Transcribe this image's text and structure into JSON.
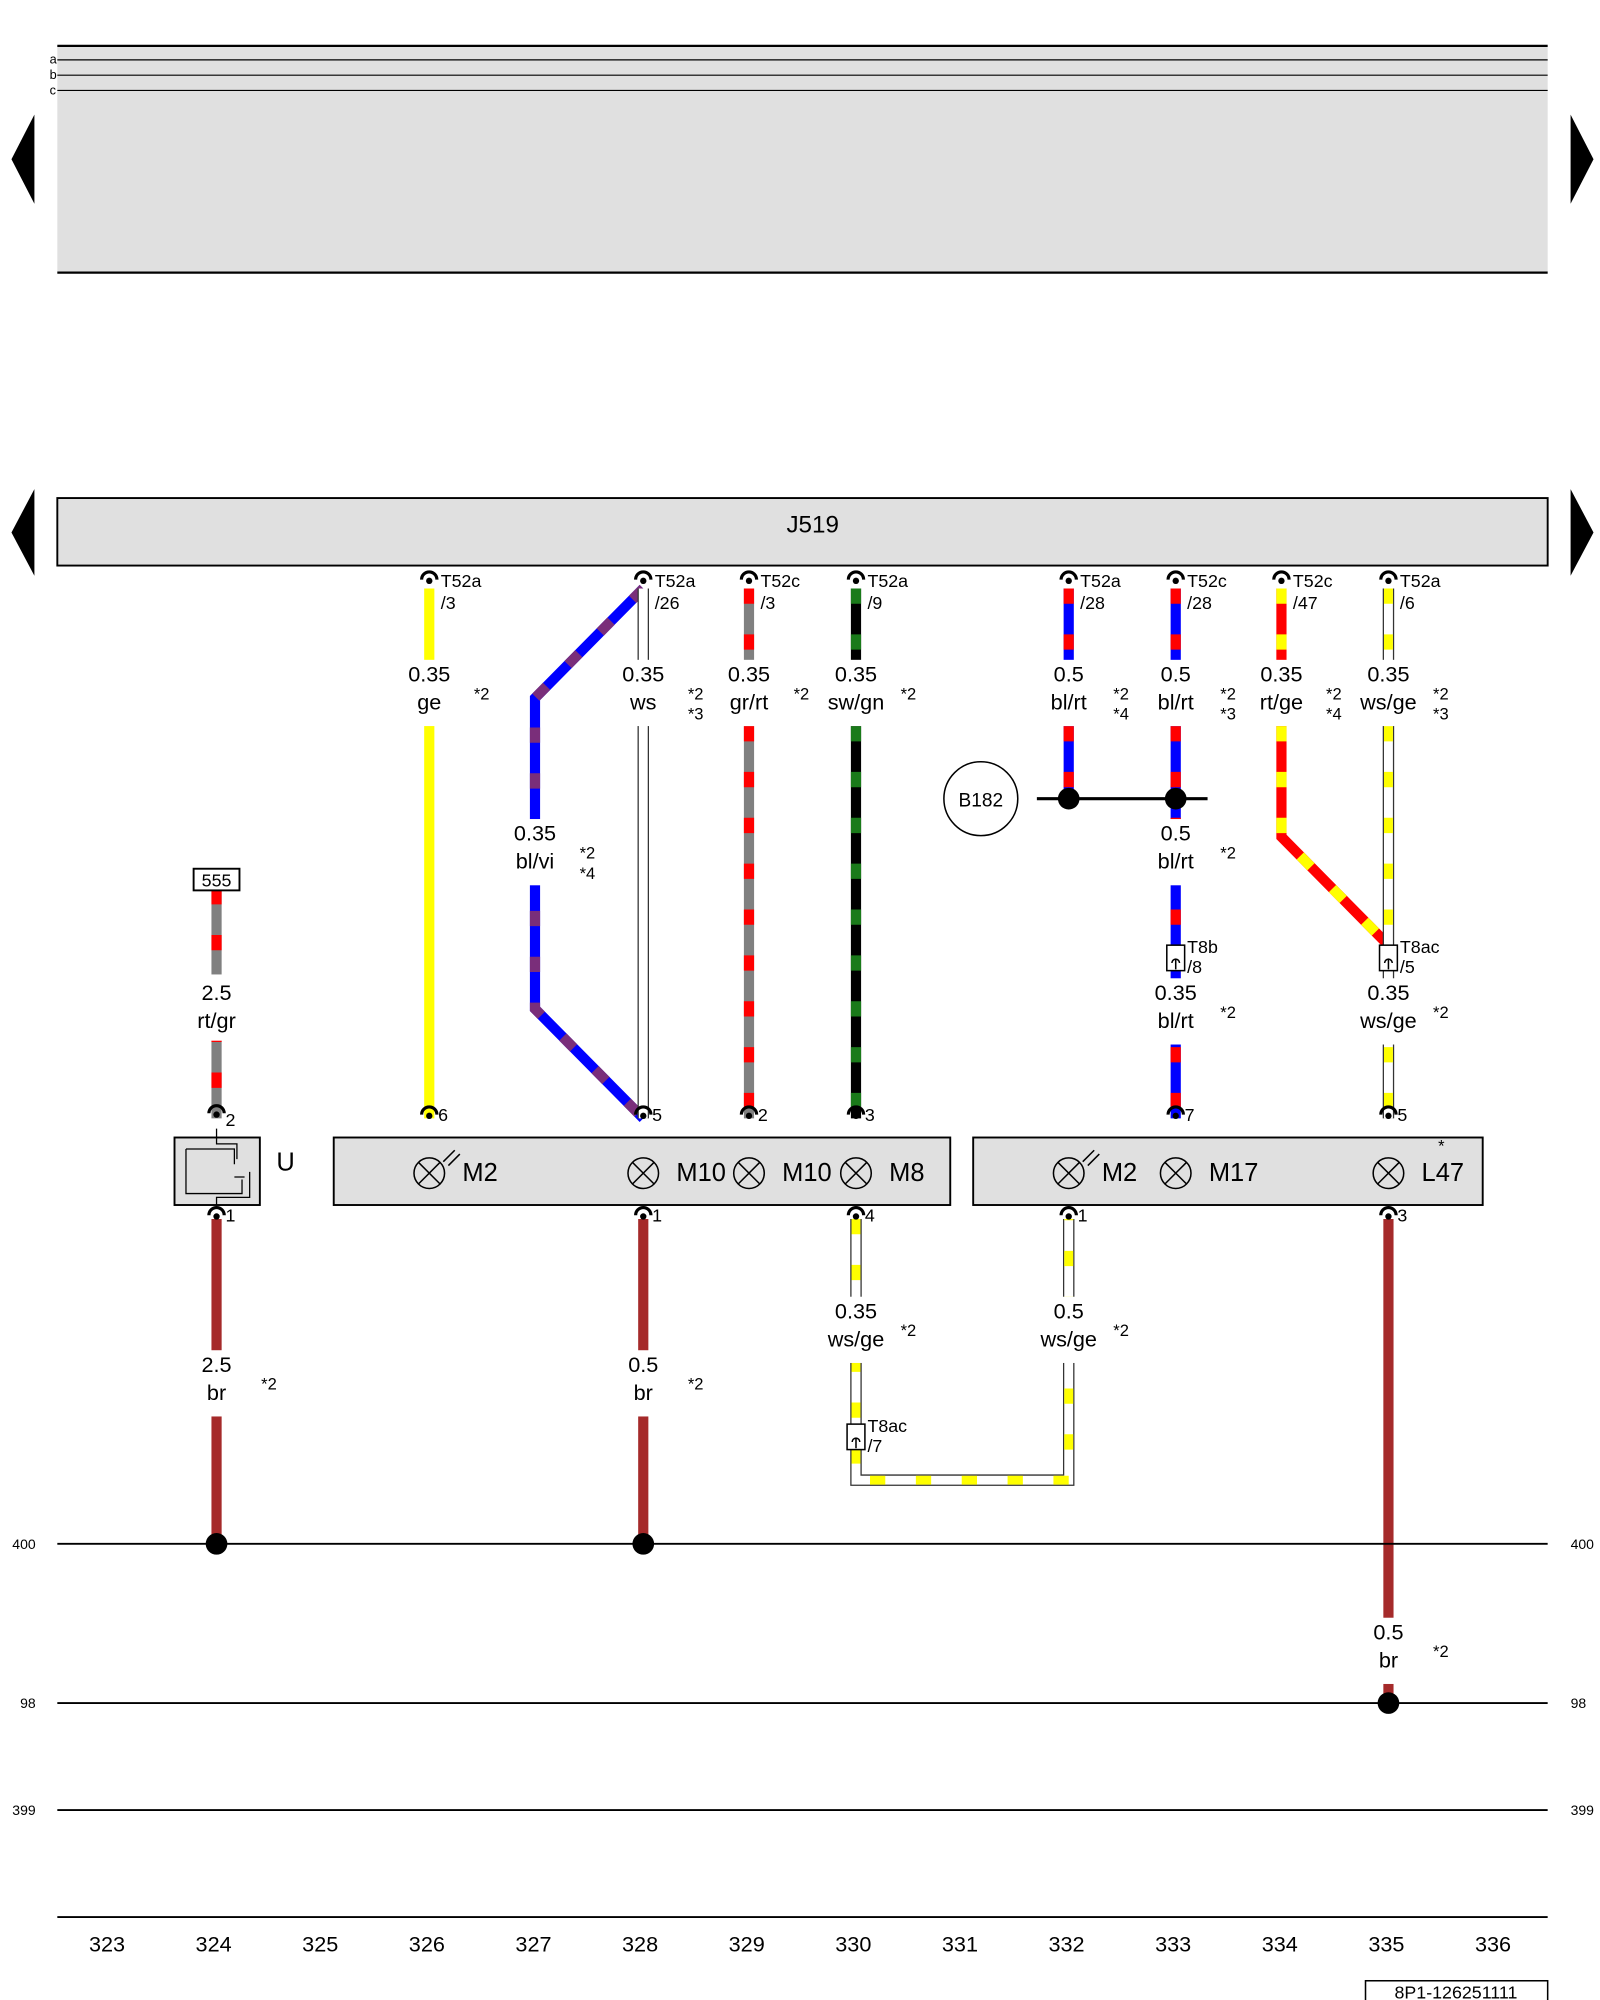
{
  "header": {
    "row_labels": [
      "a",
      "b",
      "c"
    ]
  },
  "control_unit": {
    "label": "J519"
  },
  "nav": {
    "prev_icon": "arrow-left-icon",
    "next_icon": "arrow-right-icon"
  },
  "colors": {
    "yellow": "#ffff00",
    "red": "#ff0000",
    "blue": "#0000ff",
    "violet": "#7a2e7a",
    "grey": "#808080",
    "black": "#000000",
    "green": "#1a7a1a",
    "white": "#ffffff",
    "brown": "#a52a2a",
    "panel": "#e0e0e0"
  },
  "connectors": {
    "c1": {
      "name": "T52a",
      "pin": "/3"
    },
    "c2": {
      "name": "T52a",
      "pin": "/26"
    },
    "c3": {
      "name": "T52c",
      "pin": "/3"
    },
    "c4": {
      "name": "T52a",
      "pin": "/9"
    },
    "c5": {
      "name": "T52a",
      "pin": "/28"
    },
    "c6": {
      "name": "T52c",
      "pin": "/28"
    },
    "c7": {
      "name": "T52c",
      "pin": "/47"
    },
    "c8": {
      "name": "T52a",
      "pin": "/6"
    },
    "t8b": {
      "name": "T8b",
      "pin": "/8"
    },
    "t8ac1": {
      "name": "T8ac",
      "pin": "/5"
    },
    "t8ac2": {
      "name": "T8ac",
      "pin": "/7"
    }
  },
  "wires": {
    "w_ge": {
      "size": "0.35",
      "color": "ge",
      "notes": [
        "*2"
      ]
    },
    "w_ws": {
      "size": "0.35",
      "color": "ws",
      "notes": [
        "*2",
        "*3"
      ]
    },
    "w_grrt": {
      "size": "0.35",
      "color": "gr/rt",
      "notes": [
        "*2"
      ]
    },
    "w_swgn": {
      "size": "0.35",
      "color": "sw/gn",
      "notes": [
        "*2"
      ]
    },
    "w_blrt1": {
      "size": "0.5",
      "color": "bl/rt",
      "notes": [
        "*2",
        "*4"
      ]
    },
    "w_blrt2": {
      "size": "0.5",
      "color": "bl/rt",
      "notes": [
        "*2",
        "*3"
      ]
    },
    "w_rtge": {
      "size": "0.35",
      "color": "rt/ge",
      "notes": [
        "*2",
        "*4"
      ]
    },
    "w_wsge1": {
      "size": "0.35",
      "color": "ws/ge",
      "notes": [
        "*2",
        "*3"
      ]
    },
    "w_blvi": {
      "size": "0.35",
      "color": "bl/vi",
      "notes": [
        "*2",
        "*4"
      ]
    },
    "w_blrt3": {
      "size": "0.5",
      "color": "bl/rt",
      "notes": [
        "*2"
      ]
    },
    "w_blrt4": {
      "size": "0.35",
      "color": "bl/rt",
      "notes": [
        "*2"
      ]
    },
    "w_wsge2": {
      "size": "0.35",
      "color": "ws/ge",
      "notes": [
        "*2"
      ]
    },
    "w_rtgr": {
      "size": "2.5",
      "color": "rt/gr",
      "notes": []
    },
    "w_br1": {
      "size": "2.5",
      "color": "br",
      "notes": [
        "*2"
      ]
    },
    "w_br2": {
      "size": "0.5",
      "color": "br",
      "notes": [
        "*2"
      ]
    },
    "w_wsge3": {
      "size": "0.35",
      "color": "ws/ge",
      "notes": [
        "*2"
      ]
    },
    "w_wsge4": {
      "size": "0.5",
      "color": "ws/ge",
      "notes": [
        "*2"
      ]
    },
    "w_br3": {
      "size": "0.5",
      "color": "br",
      "notes": [
        "*2"
      ]
    }
  },
  "components": {
    "relay": {
      "label": "U"
    },
    "fuse": {
      "label": "555"
    },
    "ground_point": {
      "label": "B182"
    },
    "lamps_left": [
      {
        "label": "M2"
      },
      {
        "label": "M10"
      },
      {
        "label": "M10"
      },
      {
        "label": "M8"
      }
    ],
    "lamps_right": [
      {
        "label": "M2"
      },
      {
        "label": "M17"
      },
      {
        "label": "L47"
      }
    ],
    "star_note": "*"
  },
  "pins": {
    "relay_top": "2",
    "relay_bottom": "1",
    "left_top_a": "6",
    "left_top_b": "5",
    "left_top_c": "2",
    "left_top_d": "3",
    "left_bottom_a": "1",
    "left_bottom_b": "4",
    "right_top_a": "7",
    "right_top_b": "5",
    "right_bottom_a": "1",
    "right_bottom_b": "3"
  },
  "bus_lines": [
    {
      "number": "400"
    },
    {
      "number": "98"
    },
    {
      "number": "399"
    }
  ],
  "grid_numbers": [
    "323",
    "324",
    "325",
    "326",
    "327",
    "328",
    "329",
    "330",
    "331",
    "332",
    "333",
    "334",
    "335",
    "336"
  ],
  "doc_number": "8P1-126251111"
}
